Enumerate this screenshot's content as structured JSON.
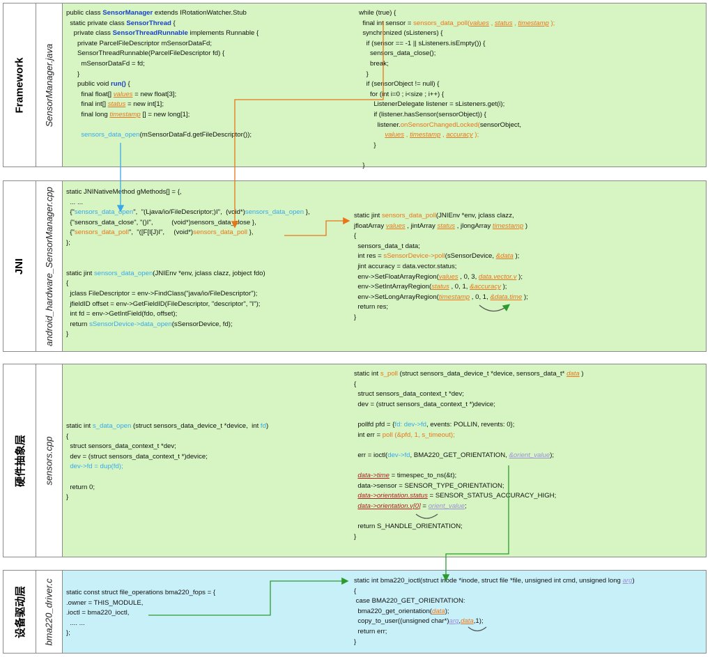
{
  "layers": [
    {
      "name": "Framework",
      "file": "SensorManager.java"
    },
    {
      "name": "JNI",
      "file": "android_hardware_SensorManager.cpp"
    },
    {
      "name": "硬件抽象层",
      "file": "sensors.cpp"
    },
    {
      "name": "设备驱动层",
      "file": "bma220_driver.c"
    }
  ],
  "framework": {
    "left": [
      "public class <k>SensorManager</k> extends IRotationWatcher.Stub",
      "  static private class <k>SensorThread</k> {",
      "    private class <k>SensorThreadRunnable</k> implements Runnable {",
      "      private ParcelFileDescriptor mSensorDataFd;",
      "      SensorThreadRunnable(ParcelFileDescriptor fd) {",
      "        mSensorDataFd = fd;",
      "      }",
      "      public void <k>run()</k> {",
      "        final float[] <u>values</u> = new float[3];",
      "        final int[] <u>status</u> = new int[1];",
      "        final long <u>timestamp</u> [] = new long[1];",
      "",
      "        <b>sensors_data_open</b>(mSensorDataFd.getFileDescriptor());"
    ],
    "right": [
      "while (true) {",
      "  final int sensor = <o>sensors_data_poll(</o><u>values</u><o> , </o><u>status</u><o> , </o><u>timestamp</u><o> );</o>",
      "  synchronized (sListeners) {",
      "    if (sensor == -1 || sListeners.isEmpty()) {",
      "      sensors_data_close();",
      "      break;",
      "    }",
      "    if (sensorObject != null) {",
      "      for (int i=0 ; i<size ; i++) {",
      "        ListenerDelegate listener = sListeners.get(i);",
      "        if (listener.hasSensor(sensorObject)) {",
      "          listener.<o>onSensorChangedLocked(</o>sensorObject,",
      "              <u>values</u><o> , </o><u>timestamp</u><o> , </o><u>accuracy</u><o> );</o>",
      "        }",
      "",
      "  }"
    ]
  },
  "jni": {
    "left": [
      "static JNINativeMethod gMethods[] = {,",
      "  ... ...",
      "  {\"<b>sensors_data_open</b>\",  \"(Ljava/io/FileDescriptor;)I\",  (void*)<b>sensors_data_open</b> },",
      "  {\"sensors_data_close\", \"()I\",          (void*)sensors_data_close },",
      "  {\"<o>sensors_data_poll</o>\",  \"([F[I[J)I\",     (void*)<o>sensors_data_poll</o> },",
      "};",
      "",
      "",
      "static jint <b>sensors_data_open</b>(JNIEnv *env, jclass clazz, jobject fdo)",
      "{",
      "  jclass FileDescriptor = env->FindClass(\"java/io/FileDescriptor\");",
      "  jfieldID offset = env->GetFieldID(FileDescriptor, \"descriptor\", \"I\");",
      "  int fd = env->GetIntField(fdo, offset);",
      "  return <b>sSensorDevice->data_open</b>(sSensorDevice, fd);",
      "}"
    ],
    "right": [
      "static jint <o>sensors_data_poll</o>(JNIEnv *env, jclass clazz,",
      "jfloatArray <u>values</u> , jintArray <u>status</u> , jlongArray <u>timestamp</u> )",
      "{",
      "  sensors_data_t data;",
      "  int res = <o>sSensorDevice->poll</o>(sSensorDevice, <u>&data</u> );",
      "  jint accuracy = data.vector.status;",
      "  env->SetFloatArrayRegion(<u>values</u> , 0, 3, <u>data.vector.v</u> );",
      "  env->SetIntArrayRegion(<u>status</u> , 0, 1, <u>&accuracy</u> );",
      "  env->SetLongArrayRegion(<u>timestamp</u> , 0, 1, <u>&data.time</u> );",
      "  return res;",
      "}"
    ]
  },
  "hal": {
    "left": [
      "static int <b>s_data_open</b> (struct sensors_data_device_t *device,  int <b>fd</b>)",
      "{",
      "  struct sensors_data_context_t *dev;",
      "  dev = (struct sensors_data_context_t *)device;",
      "  <b>dev->fd = dup(fd);</b>",
      "",
      "  return 0;",
      "}"
    ],
    "right": [
      "static int <o>s_poll</o> (struct sensors_data_device_t *device, sensors_data_t* <u>data</u> )",
      "{",
      "  struct sensors_data_context_t *dev;",
      "  dev = (struct sensors_data_context_t *)device;",
      "",
      "  pollfd pfd = {<b>fd: dev->fd</b>, events: POLLIN, revents: 0};",
      "  int err = <o>poll (&pfd, 1, s_timeout);</o>",
      "",
      "  err = ioctl(<b>dev->fd</b>, BMA220_GET_ORIENTATION, <p>&orient_value</p>);",
      "",
      "  <r>data->time</r> = timespec_to_ns(&t);",
      "  data->sensor = SENSOR_TYPE_ORIENTATION;",
      "  <r>data->orientation.status</r> = SENSOR_STATUS_ACCURACY_HIGH;",
      "  <r>data->orientation.v[0]</r> = <p>orient_value</p>;",
      "",
      "  return S_HANDLE_ORIENTATION;",
      "}"
    ]
  },
  "driver": {
    "left": [
      "static const struct file_operations bma220_fops = {",
      ".owner = THIS_MODULE,",
      ".ioctl = bma220_ioctl,",
      "  .... ...",
      "};"
    ],
    "right": [
      "static int bma220_ioctl(struct inode *inode, struct file *file, unsigned int cmd, unsigned long <p>arg</p>)",
      "{",
      " case BMA220_GET_ORIENTATION:",
      "  bma220_get_orientation(<u>data</u>);",
      "  copy_to_user((unsigned char*)<p>arg</p>,<u>data</u>,1);",
      "  return err;",
      "}"
    ]
  },
  "colors": {
    "green_panel": "#d6f5c2",
    "cyan_panel": "#c8f0f8",
    "keyword": "#1a3fc8",
    "orange": "#e8751a",
    "blue_arrow": "#3aa8e8",
    "green_arrow": "#2e9a2e"
  }
}
